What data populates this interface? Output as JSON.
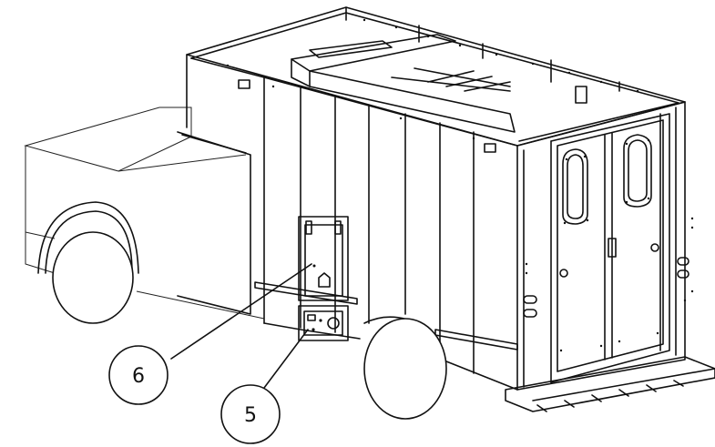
{
  "figure": {
    "callouts": [
      {
        "id": "callout-6",
        "label": "6"
      },
      {
        "id": "callout-5",
        "label": "5"
      }
    ]
  }
}
